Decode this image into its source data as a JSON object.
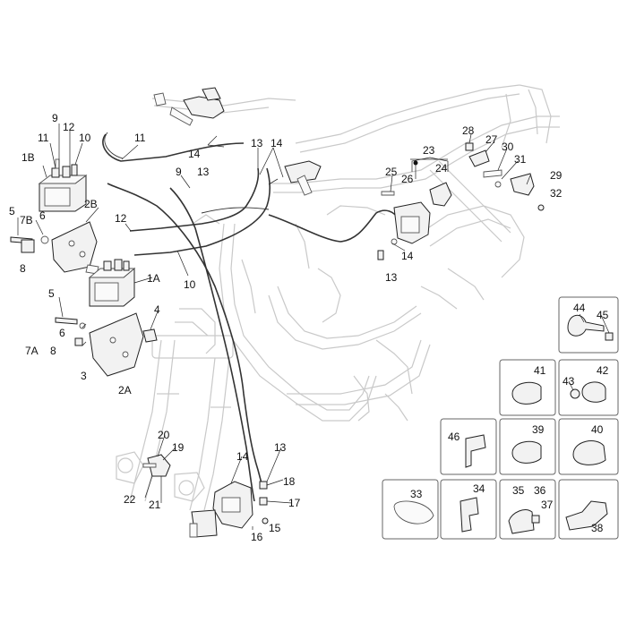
{
  "labels": {
    "l1B": "1B",
    "l9a": "9",
    "l11a": "11",
    "l12a": "12",
    "l10a": "10",
    "l2B": "2B",
    "l5a": "5",
    "l7B": "7B",
    "l6a": "6",
    "l8a": "8",
    "l11b": "11",
    "l14a": "14",
    "l13a": "13",
    "l13b": "13",
    "l14b": "14",
    "l9b": "9",
    "l12b": "12",
    "l1A": "1A",
    "l10b": "10",
    "l5b": "5",
    "l6b": "6",
    "l7A": "7A",
    "l8b": "8",
    "l3": "3",
    "l4": "4",
    "l2A": "2A",
    "l23": "23",
    "l24": "24",
    "l25": "25",
    "l26": "26",
    "l14c": "14",
    "l13c": "13",
    "l28": "28",
    "l27": "27",
    "l30": "30",
    "l31": "31",
    "l29": "29",
    "l32": "32",
    "l20": "20",
    "l19": "19",
    "l22": "22",
    "l21": "21",
    "l14d": "14",
    "l13d": "13",
    "l18": "18",
    "l17": "17",
    "l16": "16",
    "l15": "15",
    "l44": "44",
    "l45": "45",
    "l41": "41",
    "l43": "43",
    "l42": "42",
    "l46": "46",
    "l39": "39",
    "l40": "40",
    "l33": "33",
    "l34": "34",
    "l35": "35",
    "l36": "36",
    "l37": "37",
    "l38": "38"
  }
}
